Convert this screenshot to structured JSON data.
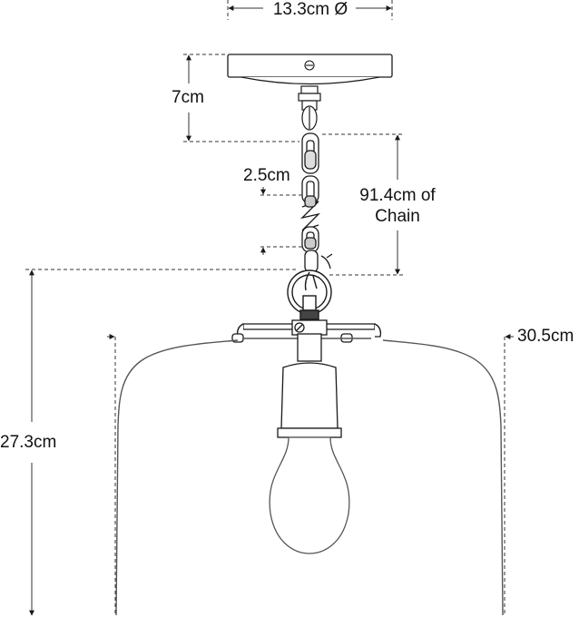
{
  "dimensions": {
    "canopy_diameter": "13.3cm Ø",
    "canopy_height": "7cm",
    "chain_link": "2.5cm",
    "chain_length_line1": "91.4cm of",
    "chain_length_line2": "Chain",
    "overall_height": "27.3cm",
    "shade_diameter": "30.5cm"
  },
  "colors": {
    "line": "#1a1a1a",
    "dimension": "#333333",
    "shade": "#555555"
  }
}
